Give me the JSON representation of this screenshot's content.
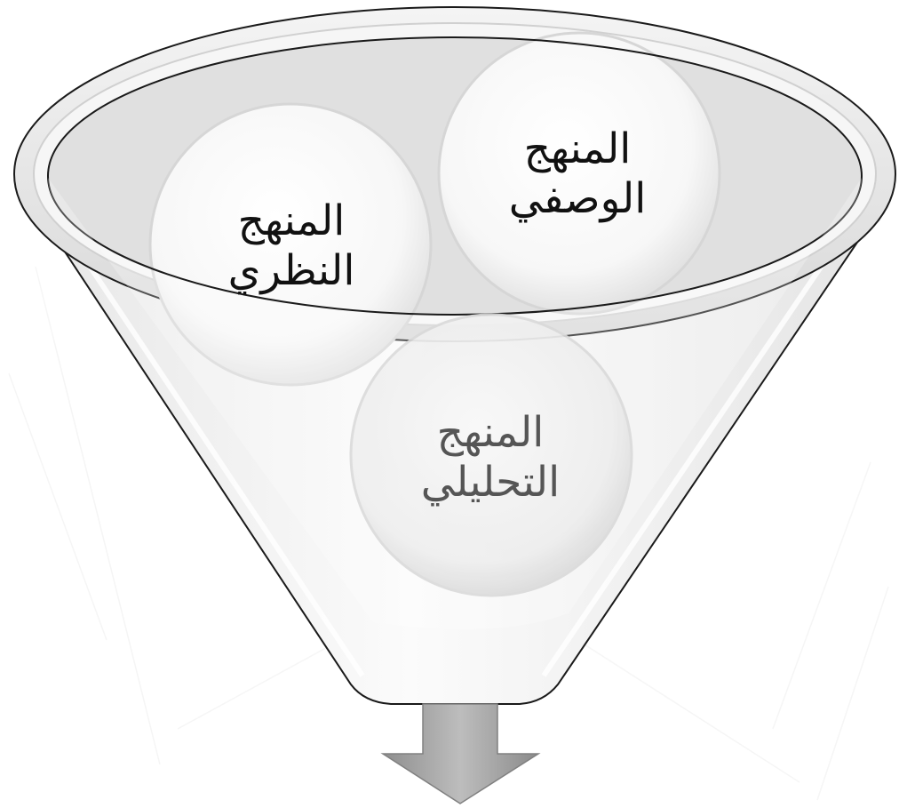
{
  "diagram": {
    "type": "funnel",
    "circles": [
      {
        "id": "descriptive",
        "line1": "المنهج",
        "line2": "الوصفي"
      },
      {
        "id": "theoretical",
        "line1": "المنهج",
        "line2": "النظري"
      },
      {
        "id": "analytical",
        "line1": "المنهج",
        "line2": "التحليلي"
      }
    ],
    "colors": {
      "funnel_fill": "#f2f2f2",
      "funnel_stroke": "#1a1a1a",
      "circle_fill": "#fafafa",
      "arrow_fill": "#9a9a9a",
      "text_dark": "#111111",
      "text_muted": "#555555"
    }
  }
}
